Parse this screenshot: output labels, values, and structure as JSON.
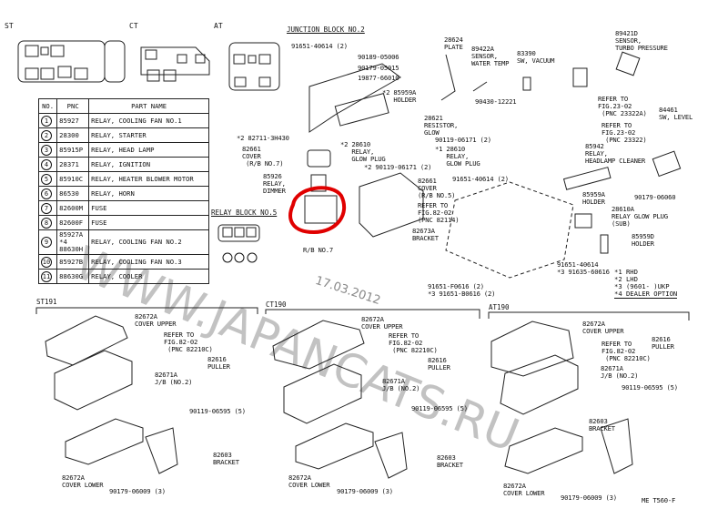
{
  "sections": {
    "st": "ST",
    "ct": "CT",
    "at": "AT",
    "junction": "JUNCTION BLOCK NO.2",
    "relay_block": "RELAY BLOCK NO.5",
    "st191": "ST191",
    "ct190": "CT190",
    "at190": "AT190"
  },
  "table": {
    "headers": [
      "NO.",
      "PNC",
      "PART NAME"
    ],
    "rows": [
      {
        "no": "1",
        "pnc": "85927",
        "name": "RELAY, COOLING FAN NO.1"
      },
      {
        "no": "2",
        "pnc": "28300",
        "name": "RELAY, STARTER"
      },
      {
        "no": "3",
        "pnc": "85915P",
        "name": "RELAY, HEAD LAMP"
      },
      {
        "no": "4",
        "pnc": "28371",
        "name": "RELAY, IGNITION"
      },
      {
        "no": "5",
        "pnc": "85910C",
        "name": "RELAY, HEATER BLOWER MOTOR"
      },
      {
        "no": "6",
        "pnc": "86530",
        "name": "RELAY, HORN"
      },
      {
        "no": "7",
        "pnc": "82600M",
        "name": "FUSE"
      },
      {
        "no": "8",
        "pnc": "82600F",
        "name": "FUSE"
      },
      {
        "no": "9",
        "pnc": "85927A *4 88630H",
        "name": "RELAY, COOLING FAN NO.2"
      },
      {
        "no": "10",
        "pnc": "85927B",
        "name": "RELAY, COOLING FAN NO.3"
      },
      {
        "no": "11",
        "pnc": "88630G",
        "name": "RELAY, COOLER"
      }
    ]
  },
  "labels": [
    "91651-40614 (2)",
    "90189-05006",
    "90179-05015",
    "19877-66010",
    "*2 85959A\n   HOLDER",
    "28624\nPLATE",
    "89422A\nSENSOR,\nWATER TEMP",
    "83390\nSW, VACUUM",
    "89421D\nSENSOR,\nTURBO PRESSURE",
    "90430-12221",
    "*2 82711-3H430",
    "82661\nCOVER\n (R/B NO.7)",
    "*2 28610\n   RELAY,\n   GLOW PLUG",
    "28621\nRESISTOR,\nGLOW",
    "90119-06171 (2)",
    "*1 28610\n   RELAY,\n   GLOW PLUG",
    "*2 90119-06171 (2)",
    "91651-40614 (2)",
    "85926\nRELAY,\nDIMMER",
    "82661\nCOVER\n(R/B NO.5)",
    "REFER TO\nFIG.82-02\n(PNC 82114)",
    "82673A\nBRACKET",
    "R/B NO.7",
    "91651-F0616 (2)\n*3 91651-B0616 (2)",
    "REFER TO\nFIG.23-02\n (PNC 23322A)",
    "84461\nSW, LEVEL",
    "REFER TO\nFIG.23-02\n (PNC 23322)",
    "85942\nRELAY,\nHEADLAMP CLEANER",
    "85959A\nHOLDER",
    "90179-06060",
    "28610A\nRELAY GLOW PLUG\n(SUB)",
    "85959D\nHOLDER",
    "91651-40614\n*3 91635-60616",
    "82672A\nCOVER UPPER",
    "REFER TO\nFIG.82-02\n (PNC 82210C)",
    "82616\nPULLER",
    "82671A\nJ/B (NO.2)",
    "90119-06595 (5)",
    "82603\nBRACKET",
    "82672A\nCOVER LOWER",
    "90179-06009 (3)",
    "82672A\nCOVER UPPER",
    "REFER TO\nFIG.82-02\n (PNC 82210C)",
    "82616\nPULLER",
    "82671A\nJ/B (NO.2)",
    "90119-06595 (5)",
    "82603\nBRACKET",
    "82672A\nCOVER LOWER",
    "90179-06009 (3)",
    "82672A\nCOVER UPPER",
    "REFER TO\nFIG.82-02\n (PNC 82210C)",
    "82616\nPULLER",
    "82671A\nJ/B (NO.2)",
    "90119-06595 (5)",
    "82603\nBRACKET",
    "82672A\nCOVER LOWER",
    "90179-06009 (3)",
    "ME T560-F"
  ],
  "notes": [
    "*1 RHD",
    "*2 LHD",
    "*3 (9601-    )UKP",
    "*4 DEALER OPTION"
  ],
  "watermark": "WWW.JAPANCATS.RU",
  "date_stamp": "17.03.2012",
  "highlight_color": "#e00000"
}
